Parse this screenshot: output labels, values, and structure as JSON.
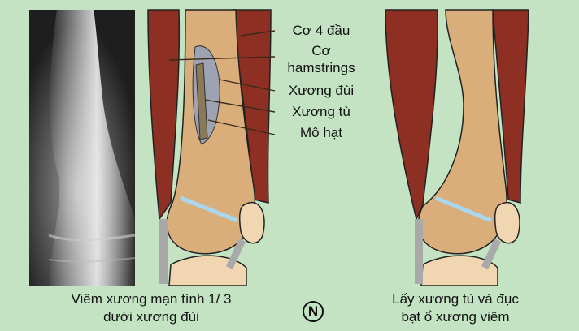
{
  "labels": {
    "quadriceps": "Cơ 4 đầu",
    "hamstrings": "Cơ\nhamstrings",
    "femur": "Xương đùi",
    "sequestrum": "Xương tù",
    "granulation": "Mô hạt"
  },
  "captions": {
    "left": "Viêm xương mạn tính 1/ 3\ndưới xương đùi",
    "right": "Lấy xương tù và đục\nbạt ổ xương viêm"
  },
  "logo": "N",
  "colors": {
    "background": "#c3e3c3",
    "muscle": "#8e2f24",
    "bone": "#d9ae7a",
    "growth_plate": "#a8d8f0",
    "ligament": "#a9a9a9",
    "sequestrum": "#8a7a5a",
    "granulation": "#9ea3b3"
  }
}
